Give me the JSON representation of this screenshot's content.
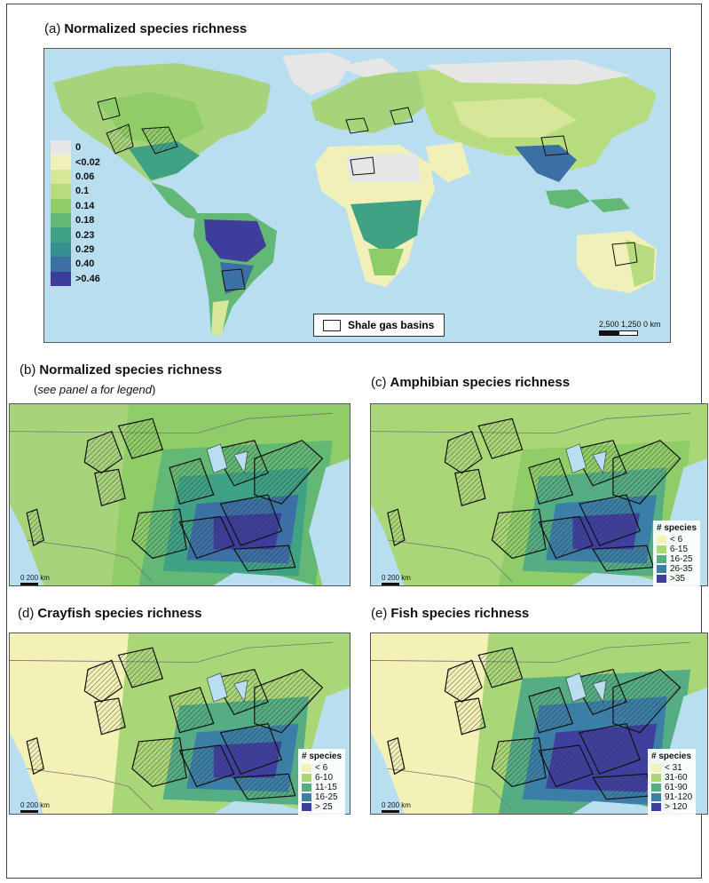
{
  "panels": {
    "a": {
      "letter": "(a)",
      "title": "Normalized species richness"
    },
    "b": {
      "letter": "(b)",
      "title": "Normalized species richness",
      "subtitle_open": "(",
      "subtitle_italic": "see panel a for legend",
      "subtitle_close": ")"
    },
    "c": {
      "letter": "(c)",
      "title": "Amphibian species richness"
    },
    "d": {
      "letter": "(d)",
      "title": "Crayfish species richness"
    },
    "e": {
      "letter": "(e)",
      "title": "Fish species richness"
    }
  },
  "legend_a": [
    {
      "label": "0",
      "color": "#e6e6e6"
    },
    {
      "label": "<0.02",
      "color": "#f1f0b8"
    },
    {
      "label": "0.06",
      "color": "#d6e79a"
    },
    {
      "label": "0.1",
      "color": "#b6dc7e"
    },
    {
      "label": "0.14",
      "color": "#8fcd68"
    },
    {
      "label": "0.18",
      "color": "#62b874"
    },
    {
      "label": "0.23",
      "color": "#3fa285"
    },
    {
      "label": "0.29",
      "color": "#368d92"
    },
    {
      "label": "0.40",
      "color": "#3c6fa4"
    },
    {
      "label": ">0.46",
      "color": "#3d3d9c"
    }
  ],
  "shale_legend": "Shale gas basins",
  "scale_a": {
    "labels": "2,500 1,250    0 km"
  },
  "scale_small": "0   200 km",
  "legend_c": {
    "header": "# species",
    "items": [
      {
        "label": "< 6",
        "color": "#f3f1b5"
      },
      {
        "label": "6-15",
        "color": "#a9d777"
      },
      {
        "label": "16-25",
        "color": "#55ad83"
      },
      {
        "label": "26-35",
        "color": "#3b7ea6"
      },
      {
        "label": ">35",
        "color": "#3f3f9f"
      }
    ]
  },
  "legend_d": {
    "header": "# species",
    "items": [
      {
        "label": "< 6",
        "color": "#f3f1b5"
      },
      {
        "label": "6-10",
        "color": "#a9d777"
      },
      {
        "label": "11-15",
        "color": "#55ad83"
      },
      {
        "label": "16-25",
        "color": "#3b7ea6"
      },
      {
        "label": "> 25",
        "color": "#3f3f9f"
      }
    ]
  },
  "legend_e": {
    "header": "# species",
    "items": [
      {
        "label": "< 31",
        "color": "#f3f1b5"
      },
      {
        "label": "31-60",
        "color": "#a9d777"
      },
      {
        "label": "61-90",
        "color": "#55ad83"
      },
      {
        "label": "91-120",
        "color": "#3b7ea6"
      },
      {
        "label": "> 120",
        "color": "#3f3f9f"
      }
    ]
  },
  "colors": {
    "ocean": "#b9def0",
    "land_base": "#a7d47b",
    "basin_outline": "#111111"
  }
}
